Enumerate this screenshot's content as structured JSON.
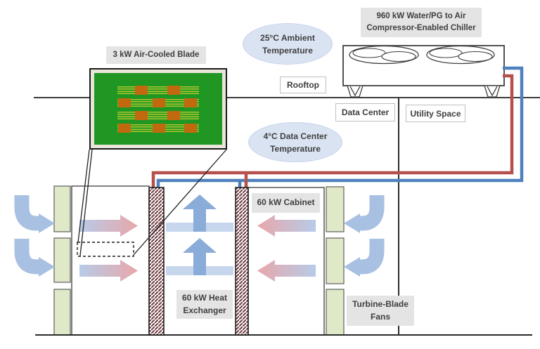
{
  "labels": {
    "blade": "3 kW Air-Cooled Blade",
    "chiller_1": "960 kW Water/PG to Air",
    "chiller_2": "Compressor-Enabled Chiller",
    "ambient_1": "25°C Ambient",
    "ambient_2": "Temperature",
    "rooftop": "Rooftop",
    "data_center": "Data Center",
    "utility_space": "Utility Space",
    "dc_temp_1": "4°C Data Center",
    "dc_temp_2": "Temperature",
    "cabinet": "60 kW Cabinet",
    "heat_exchanger_1": "60 kW Heat",
    "heat_exchanger_2": "Exchanger",
    "fans_1": "Turbine-Blade",
    "fans_2": "Fans"
  },
  "colors": {
    "label_bg": "#E4E4E4",
    "text": "#3F3F3F",
    "ellipse_fill": "#DAE3F2",
    "pipe_red": "#B5504D",
    "pipe_blue": "#4E81BD",
    "hatch_maroon": "#6E3A40",
    "board_green": "#1F9722",
    "chip_orange": "#C2690F",
    "fan_rect_green": "#DFE8C7",
    "airflow_blue": "#A8C0E2",
    "airflow_pink": "#E8A7AB"
  }
}
